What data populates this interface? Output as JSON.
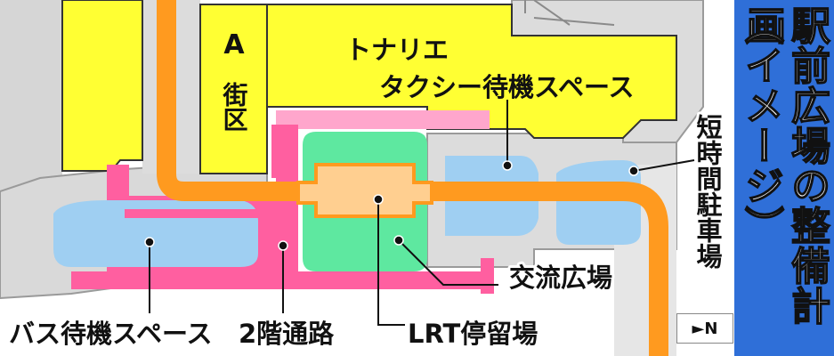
{
  "title": {
    "main": "駅前広場の整備計画",
    "sub": "（イメージ）",
    "background_color": "#2f6fd8"
  },
  "labels": {
    "a_block": "A街区",
    "tonarie": "トナリエ",
    "taxi": "タクシー待機スペース",
    "short_parking": "短時間駐車場",
    "exchange_plaza": "交流広場",
    "bus": "バス待機スペース",
    "corridor": "2階通路",
    "lrt": "LRT停留場"
  },
  "north_marker": {
    "arrow": "►",
    "letter": "N"
  },
  "colors": {
    "building_yellow": "#ffff33",
    "pink_deck": "#ff5fa0",
    "light_pink": "#ffa6cc",
    "plaza_green": "#5ee8a0",
    "water_blue": "#9fcff2",
    "lrt_orange": "#ffcf90",
    "route_orange": "#ff9a1f",
    "road_gray": "#d8d8d8"
  }
}
